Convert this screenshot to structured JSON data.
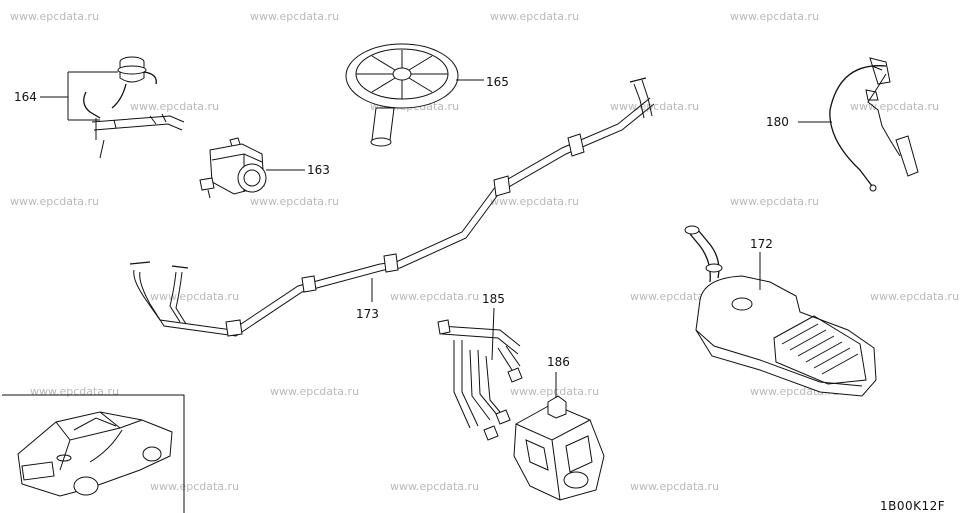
{
  "watermark_text": "www.epcdata.ru",
  "diagram_code": "1B00K12F",
  "parts": [
    {
      "label": "164"
    },
    {
      "label": "165"
    },
    {
      "label": "163"
    },
    {
      "label": "180"
    },
    {
      "label": "172"
    },
    {
      "label": "173"
    },
    {
      "label": "185"
    },
    {
      "label": "186"
    }
  ]
}
